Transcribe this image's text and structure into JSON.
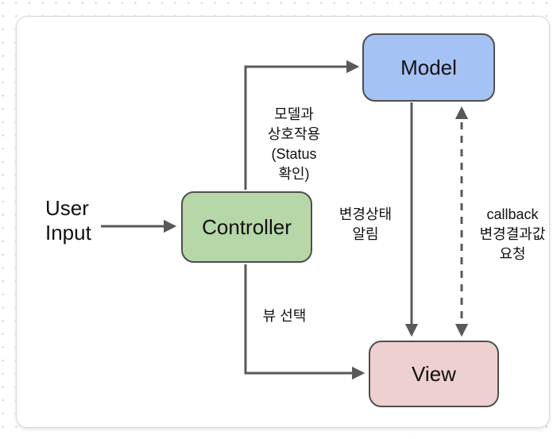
{
  "diagram": {
    "title_implicit": "MVC pattern diagram",
    "nodes": {
      "model": {
        "label": "Model",
        "fill": "#a4c2f4"
      },
      "controller": {
        "label": "Controller",
        "fill": "#b6d7a8"
      },
      "view": {
        "label": "View",
        "fill": "#edd0cf"
      }
    },
    "external_input": {
      "lines": [
        "User",
        "Input"
      ]
    },
    "edge_labels": {
      "controller_to_model": {
        "lines": [
          "모델과",
          "상호작용",
          "(Status",
          "확인)"
        ]
      },
      "model_to_view": {
        "lines": [
          "변경상태",
          "알림"
        ]
      },
      "view_model_callback": {
        "lines": [
          "callback",
          "변경결과값",
          "요청"
        ]
      },
      "controller_to_view": {
        "lines": [
          "뷰 선택"
        ]
      }
    },
    "colors": {
      "arrow": "#595959",
      "node_border": "#4e4e4e",
      "card_background": "#ffffff",
      "card_border": "#d6d6d6",
      "dot_grid": "#dcdcdc",
      "text": "#111111"
    }
  }
}
